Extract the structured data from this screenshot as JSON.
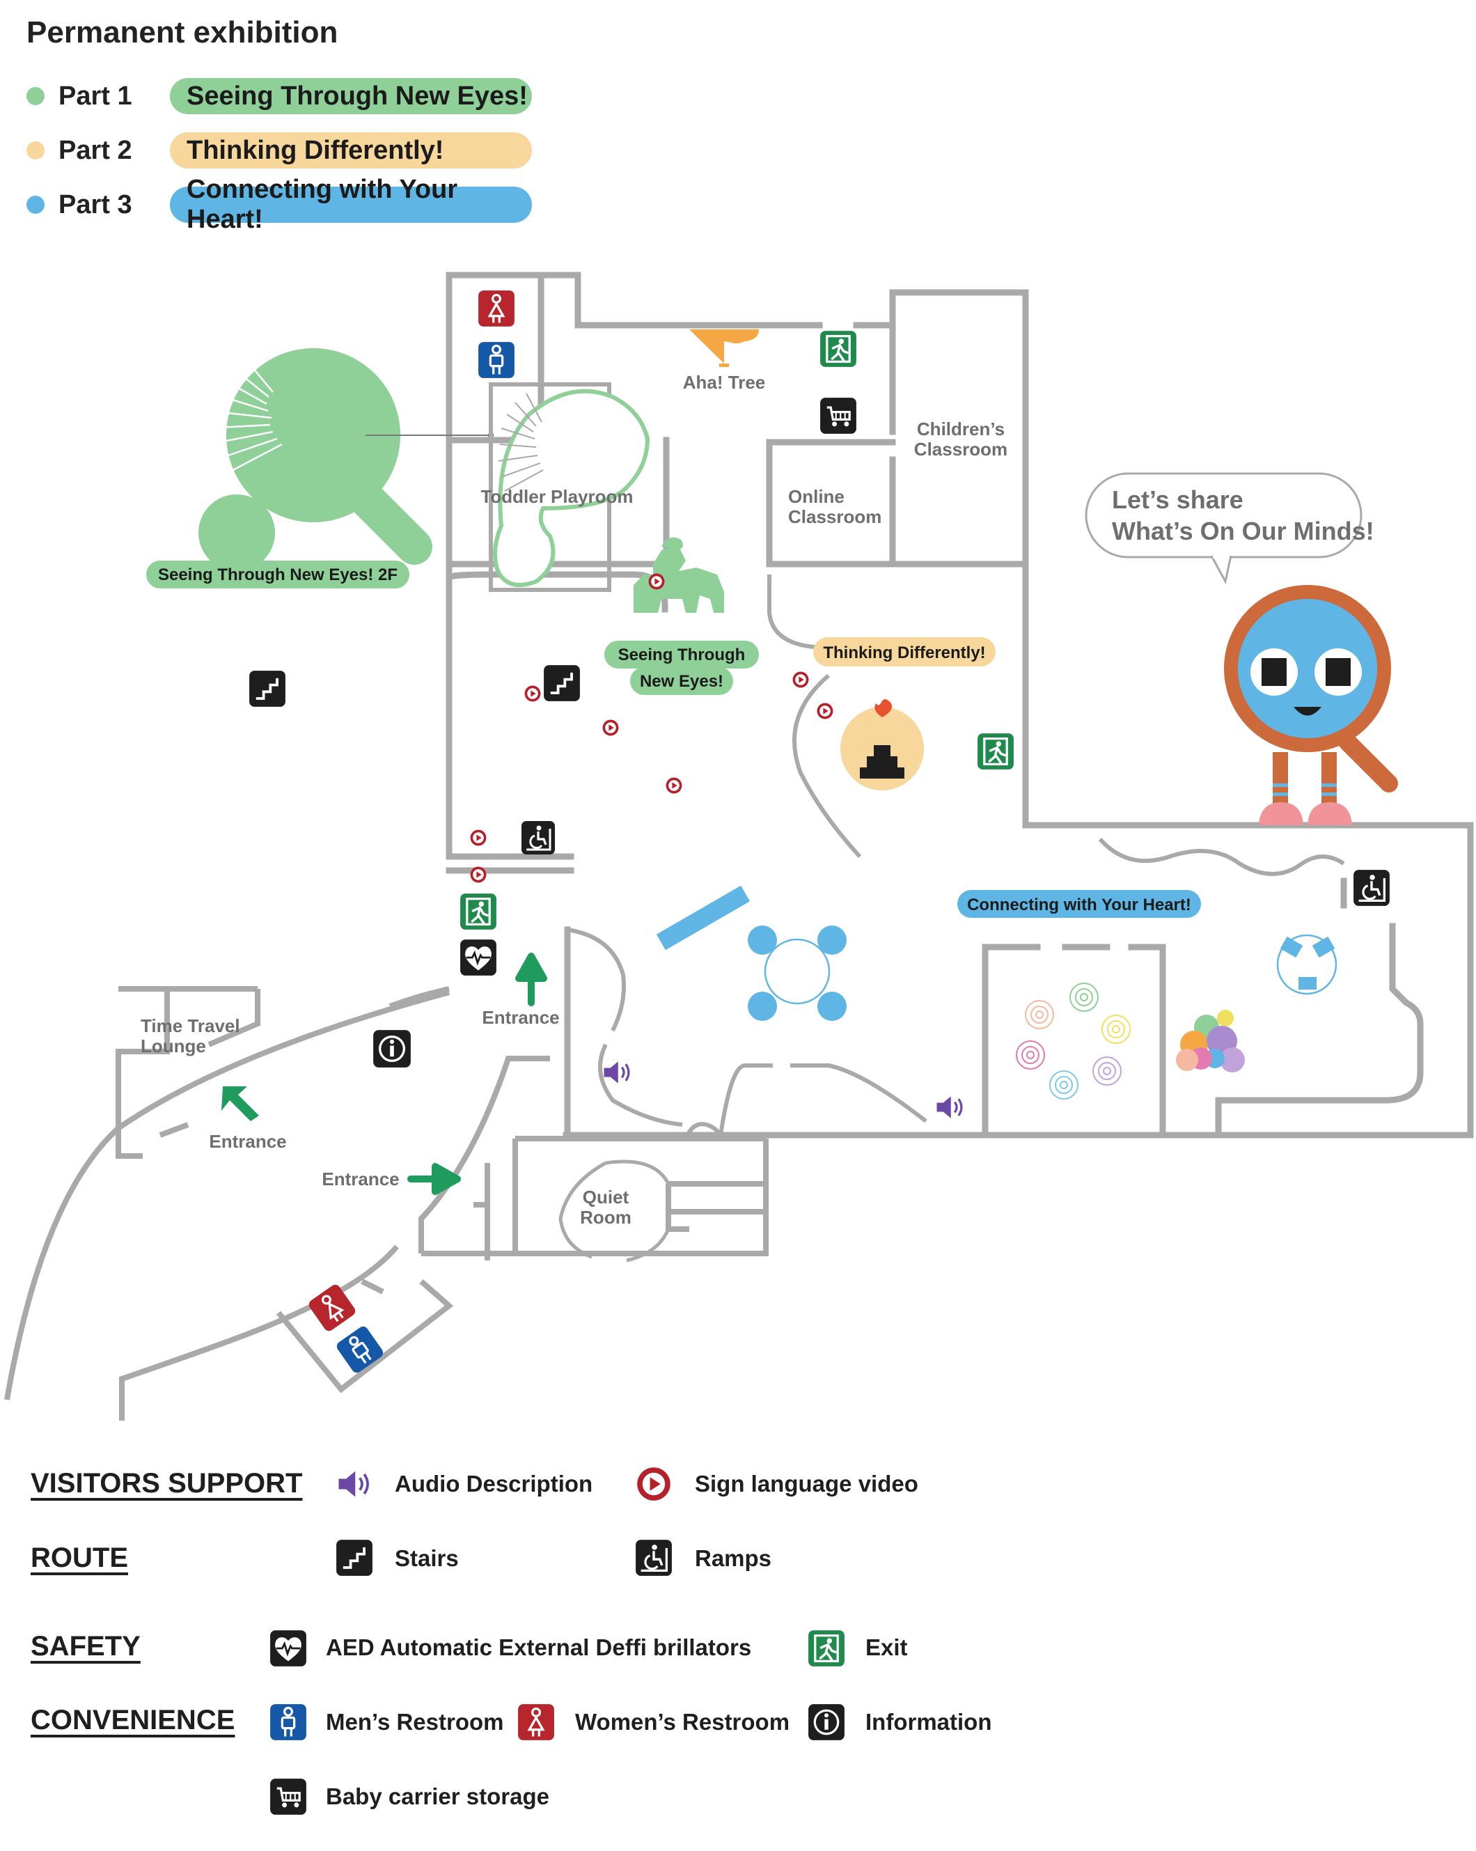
{
  "header": {
    "title": "Permanent exhibition",
    "parts": [
      {
        "label": "Part 1",
        "name": "Seeing Through New Eyes!",
        "color": "#8fcf98"
      },
      {
        "label": "Part 2",
        "name": "Thinking Differently!",
        "color": "#f7d79c"
      },
      {
        "label": "Part 3",
        "name": "Connecting with Your Heart!",
        "color": "#5fb6e4"
      }
    ]
  },
  "map": {
    "rooms": {
      "aha_tree": "Aha! Tree",
      "childrens_classroom_1": "Children’s",
      "childrens_classroom_2": "Classroom",
      "toddler_playroom": "Toddler Playroom",
      "online_classroom_1": "Online",
      "online_classroom_2": "Classroom",
      "time_travel_1": "Time Travel",
      "time_travel_2": "Lounge",
      "quiet_room_1": "Quiet",
      "quiet_room_2": "Room",
      "entrance": "Entrance"
    },
    "zones": {
      "seeing_2f": "Seeing Through New Eyes! 2F",
      "seeing_1": "Seeing Through",
      "seeing_2": "New Eyes!",
      "thinking": "Thinking Differently!",
      "connecting": "Connecting with Your Heart!"
    },
    "speech_bubble": {
      "line1": "Let’s share",
      "line2": "What’s On Our Minds!"
    }
  },
  "legend": {
    "categories": [
      {
        "title": "VISITORS SUPPORT",
        "items": [
          {
            "icon": "audio-description-icon",
            "label": "Audio Description"
          },
          {
            "icon": "sign-language-video-icon",
            "label": "Sign language video"
          }
        ]
      },
      {
        "title": "ROUTE",
        "items": [
          {
            "icon": "stairs-icon",
            "label": "Stairs"
          },
          {
            "icon": "ramp-icon",
            "label": "Ramps"
          }
        ]
      },
      {
        "title": "SAFETY",
        "items": [
          {
            "icon": "aed-icon",
            "label": "AED Automatic External Deffi brillators"
          },
          {
            "icon": "exit-icon",
            "label": "Exit"
          }
        ]
      },
      {
        "title": "CONVENIENCE",
        "items": [
          {
            "icon": "mens-restroom-icon",
            "label": "Men’s Restroom"
          },
          {
            "icon": "womens-restroom-icon",
            "label": "Women’s Restroom"
          },
          {
            "icon": "information-icon",
            "label": "Information"
          },
          {
            "icon": "baby-carrier-storage-icon",
            "label": "Baby carrier storage"
          }
        ]
      }
    ]
  },
  "colors": {
    "wall": "#a9a9a9",
    "exit_green": "#1f8a4c",
    "aed_black": "#1e1e1e",
    "womens_red": "#b8262d",
    "mens_blue": "#1558a8",
    "sign_red": "#b5202a",
    "audio_purple": "#6b47a6",
    "mascot_orange": "#cc6a3c",
    "mascot_blue": "#5fb6e4"
  }
}
